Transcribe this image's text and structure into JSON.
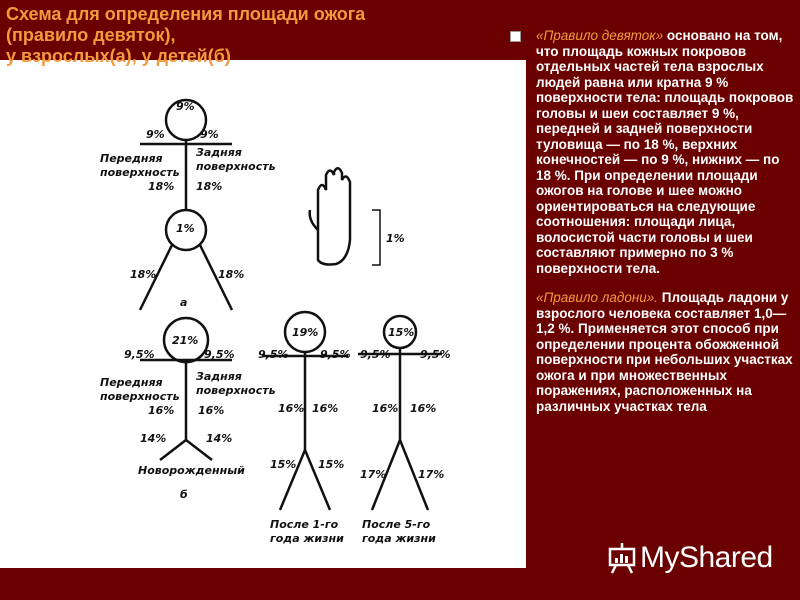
{
  "title": {
    "line1": "Схема для определения площади ожога",
    "line2": "(правило девяток),",
    "line3": "у взрослых(а), у детей(б)"
  },
  "figure": {
    "adult": {
      "head": "9%",
      "shoulder_left": "9%",
      "shoulder_right": "9%",
      "front_label_1": "Передняя",
      "front_label_2": "поверхность",
      "back_label_1": "Задняя",
      "back_label_2": "поверхность",
      "torso_left": "18%",
      "torso_right": "18%",
      "groin": "1%",
      "leg_left": "18%",
      "leg_right": "18%",
      "letter": "а"
    },
    "hand": {
      "value": "1%"
    },
    "newborn": {
      "head": "21%",
      "shoulder_left": "9,5%",
      "shoulder_right": "9,5%",
      "front_label_1": "Передняя",
      "front_label_2": "поверхность",
      "back_label_1": "Задняя",
      "back_label_2": "поверхность",
      "torso_left": "16%",
      "torso_right": "16%",
      "leg_left": "14%",
      "leg_right": "14%",
      "caption": "Новорожденный",
      "letter": "б"
    },
    "child1": {
      "head": "19%",
      "shoulder_left": "9,5%",
      "shoulder_right": "9,5%",
      "torso_left": "16%",
      "torso_right": "16%",
      "leg_left": "15%",
      "leg_right": "15%",
      "caption_1": "После 1-го",
      "caption_2": "года жизни"
    },
    "child5": {
      "head": "15%",
      "shoulder_left": "9,5%",
      "shoulder_right": "9,5%",
      "torso_left": "16%",
      "torso_right": "16%",
      "leg_left": "17%",
      "leg_right": "17%",
      "caption_1": "После 5-го",
      "caption_2": "года жизни"
    }
  },
  "text": {
    "p1_highlight": "«Правило девяток»",
    "p1_body": " основано на том, что площадь кожных покровов отдельных частей тела взрослых людей равна или кратна 9 % поверхности тела: площадь покровов головы и шеи составляет 9 %, передней и задней поверхности туловища — по 18 %, верхних конечностей — по 9 %, нижних — по 18 %. При определении площади ожогов на голове и шее можно ориентироваться на следующие соотношения: площади лица, волосистой части головы и шеи составляют примерно по 3 % поверхности тела.",
    "p2_highlight": "«Правило ладони».",
    "p2_body": " Площадь ладони у взрослого человека составляет 1,0—1,2 %. Применяется этот способ при определении процента обожженной поверхности при небольших участках ожога и при множественных поражениях, расположенных на различных участках тела"
  },
  "logo": {
    "text": "MyShared",
    "icon": "presentation-board-icon"
  }
}
